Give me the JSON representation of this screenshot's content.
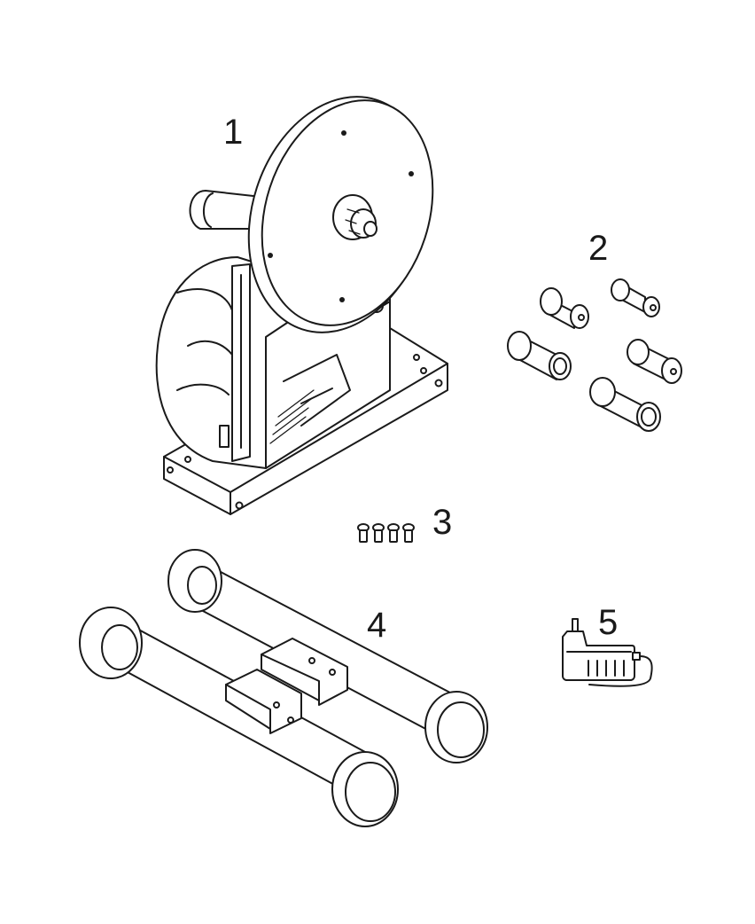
{
  "figure": {
    "parts": [
      {
        "id": "trainer",
        "label": "1",
        "icon": "trainer-unit-icon"
      },
      {
        "id": "spacers",
        "label": "2",
        "icon": "axle-spacers-icon"
      },
      {
        "id": "screws",
        "label": "3",
        "icon": "screws-icon"
      },
      {
        "id": "legs",
        "label": "4",
        "icon": "stabilizer-legs-icon"
      },
      {
        "id": "adapter",
        "label": "5",
        "icon": "power-adapter-icon"
      }
    ]
  },
  "colors": {
    "line": "#1a1a1a",
    "background": "#ffffff"
  }
}
